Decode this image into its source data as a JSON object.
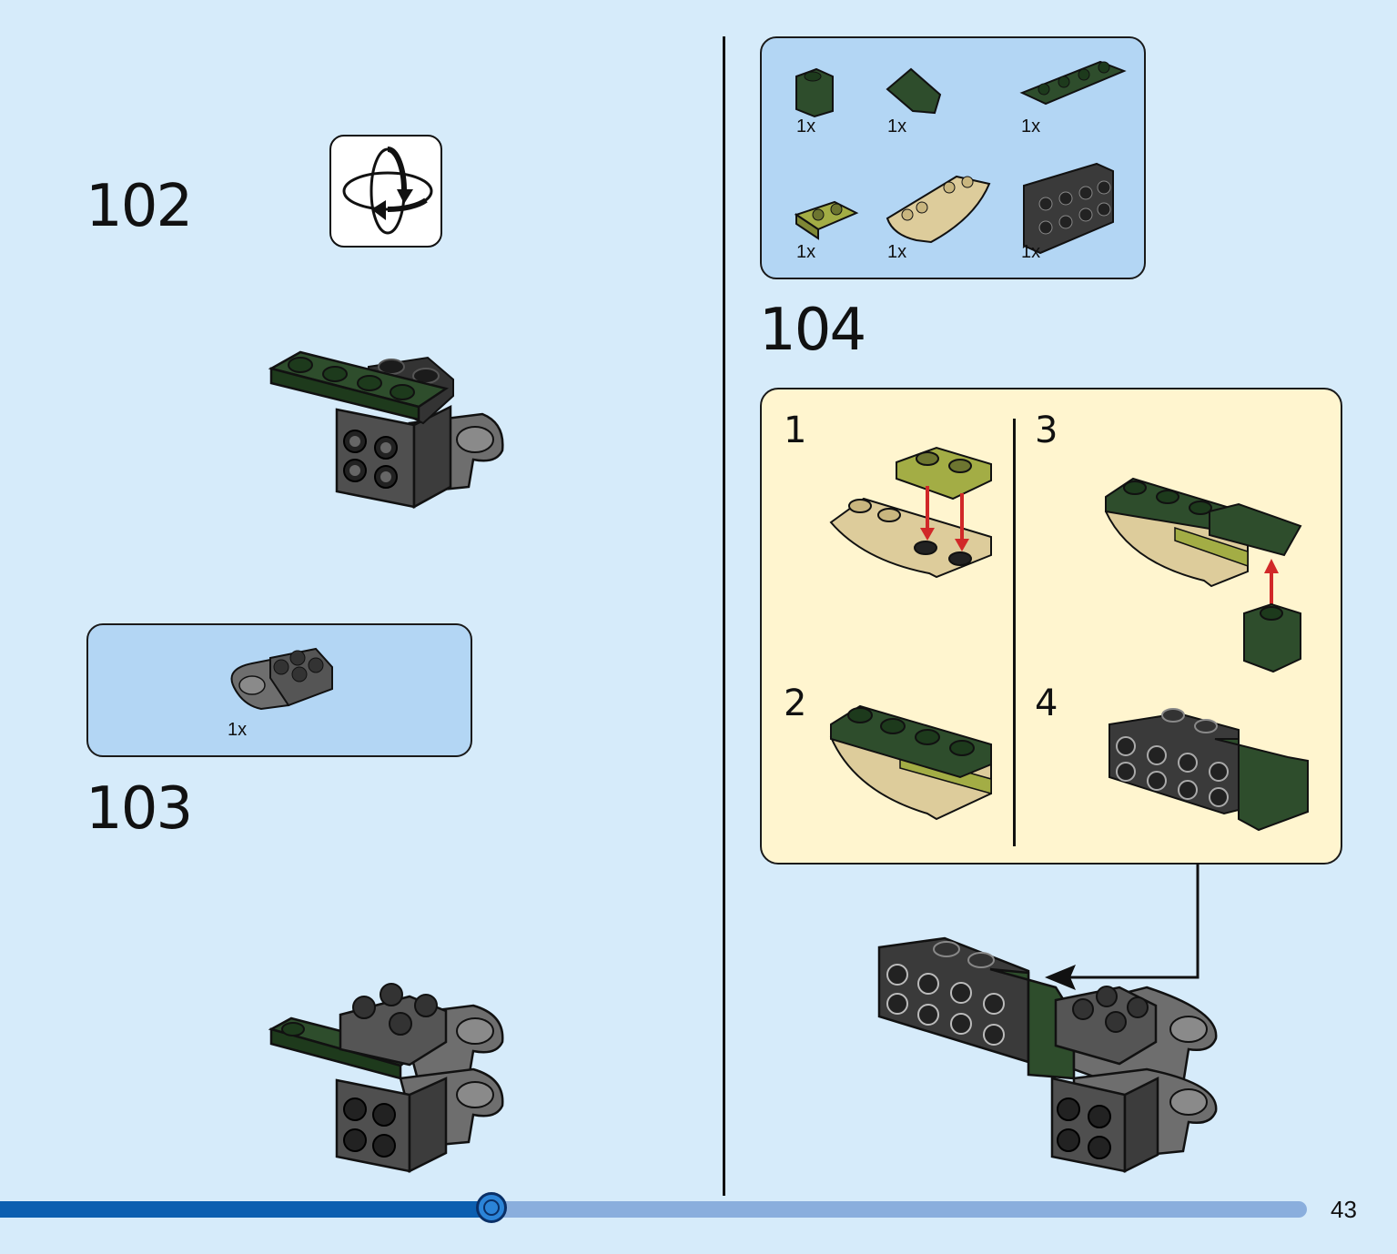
{
  "steps": {
    "step102": "102",
    "step103": "103",
    "step104": "104"
  },
  "parts_103": {
    "items": [
      {
        "qty": "1x",
        "part": "grey-ball-socket-brick"
      }
    ]
  },
  "parts_104": {
    "items": [
      {
        "qty": "1x",
        "part": "dark-green-brick-1x1"
      },
      {
        "qty": "1x",
        "part": "dark-green-slope"
      },
      {
        "qty": "1x",
        "part": "dark-green-plate-1x4"
      },
      {
        "qty": "1x",
        "part": "olive-plate-1x2"
      },
      {
        "qty": "1x",
        "part": "tan-inverted-slope-curved"
      },
      {
        "qty": "1x",
        "part": "black-bracket-plate-2x4"
      }
    ]
  },
  "substeps_104": [
    "1",
    "2",
    "3",
    "4"
  ],
  "page": {
    "number": "43",
    "progress": 0.376
  },
  "icons": {
    "rotate": "rotate-model-icon",
    "callout_arrow": "callout-arrow-icon",
    "assembly_arrow": "red-arrow-icon"
  },
  "colors": {
    "background": "#d6ebfa",
    "parts_box": "#b3d6f4",
    "substep_box": "#fff5cf",
    "dark_green": "#2e4d2c",
    "olive": "#a3ad45",
    "tan": "#ddcc9b",
    "grey": "#6e6e6e",
    "black_part": "#3a3a3a",
    "progress_fill": "#0c5fb0",
    "progress_track": "#8aaedd"
  }
}
